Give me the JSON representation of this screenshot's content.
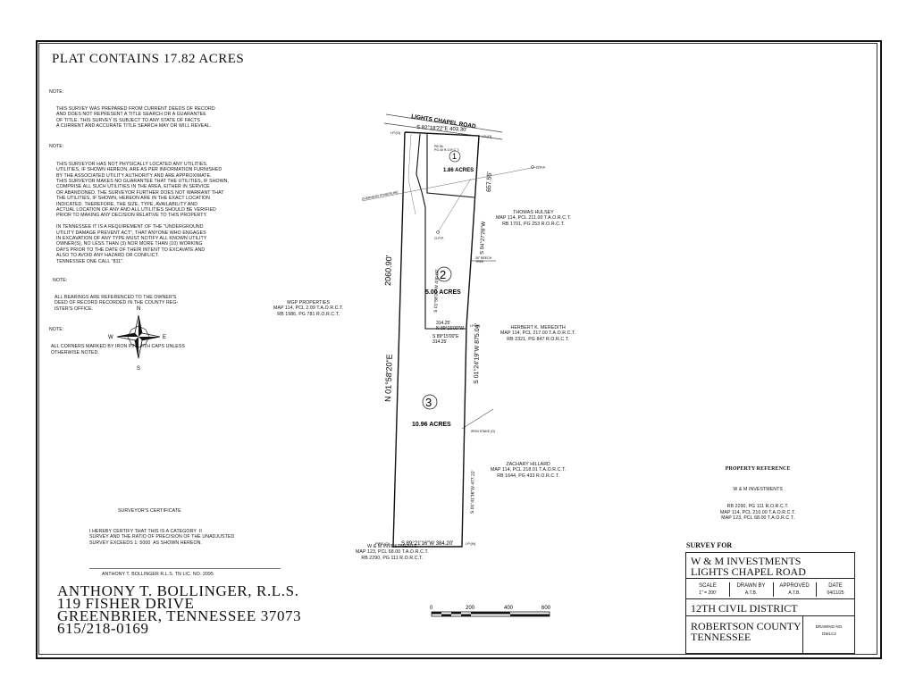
{
  "title": "PLAT CONTAINS 17.82 ACRES",
  "notes": [
    {
      "label": "NOTE:",
      "text": "THIS SURVEY WAS PREPARED FROM CURRENT DEEDS OF RECORD\nAND DOES NOT REPRESENT A TITLE SEARCH OR A GUARANTEE\nOF TITLE. THIS SURVEY IS SUBJECT TO ANY STATE OF FACTS\nA CURRENT AND ACCURATE TITLE SEARCH MAY OR WILL REVEAL."
    },
    {
      "label": "NOTE:",
      "text": "THIS SURVEYOR HAS NOT PHYSICALLY LOCATED ANY UTILITIES.\nUTILITIES, IF SHOWN HEREON, ARE AS PER INFORMATION FURNISHED\nBY THE ASSOCIATED UTILITY AUTHORITY AND ARE APPROXIMATE.\nTHIS SURVEYOR MAKES NO GUARANTEE THAT THE UTILITIES, IF SHOWN,\nCOMPRISE ALL SUCH UTILITIES IN THE AREA, EITHER IN SERVICE\nOR ABANDONED. THE SURVEYOR FURTHER DOES NOT WARRANT THAT\nTHE UTILITIES, IF SHOWN, HEREON ARE IN THE EXACT LOCATION\nINDICATED. THEREFORE, THE SIZE, TYPE, AVAILABILITY AND\nACTUAL LOCATION OF ANY AND ALL UTILITIES SHOULD BE VERIFIED\nPRIOR TO MAKING ANY DECISION RELATIVE TO THIS PROPERTY.\n\nIN TENNESSEE IT IS A REQUIREMENT OF THE \"UNDERGROUND\nUTILITY DAMAGE PREVENT ACT\", THAT ANYONE WHO ENGAGES\nIN EXCAVATION OF ANY TYPE MUST NOTIFY ALL KNOWN UTILITY\nOWNER(S), NO LESS THAN (3) NOR MORE THAN (10) WORKING\nDAYS PRIOR TO THE DATE OF THEIR INTENT TO EXCAVATE AND\nALSO TO AVOID ANY HAZARD OR CONFLICT.\nTENNESSEE ONE CALL \"811\"."
    },
    {
      "label": "NOTE:",
      "text": "ALL BEARINGS ARE REFERENCED TO THE OWNER'S\nDEED OF RECORD RECORDED IN THE COUNTY REG-\nISTER'S OFFICE."
    },
    {
      "label": "NOTE:",
      "text": "ALL CORNERS MARKED BY IRON PIN WITH CAPS UNLESS\nOTHERWISE NOTED."
    }
  ],
  "certificate": {
    "heading": "SURVEYOR'S CERTIFICATE",
    "text": "I HEREBY CERTIFY THAT THIS IS A CATEGORY  II\nSURVEY AND THE RATIO OF PRECISION OF THE UNADJUSTED\nSURVEY EXCEEDS 1: 5000  AS SHOWN HEREON.",
    "signature": "ANTHONY T. BOLLINGER R.L.S. TN LIC. NO. 2095"
  },
  "surveyor": {
    "name": "ANTHONY T. BOLLINGER, R.L.S.",
    "street": "119 FISHER DRIVE",
    "city": "GREENBRIER, TENNESSEE 37073",
    "phone": "615/218-0169"
  },
  "compass": {
    "n": "N",
    "s": "S",
    "e": "E",
    "w": "W"
  },
  "scale_bar": {
    "ticks": [
      "0",
      "200",
      "400",
      "600"
    ]
  },
  "road": "LIGHTS CHAPEL ROAD",
  "plat": {
    "road_bearing": "S 82°18'22\"E  403.30'",
    "east_dist": "657.55'",
    "west_total": "2060.90'",
    "west_bearing": "N 01°58'20\"E",
    "east_mid": "S 04°27'28\"W",
    "east_low": "S 01°24'19\"W  875.04'",
    "east_bottom": "S 01°41'36\"W  477.22'",
    "bottom": "S 89°21'16\"W  384.20'",
    "lot1_number": "1",
    "lot1_area": "1.86 ACRES",
    "lot1_ref": "PB 36,\nPG 40 R.O.R.C.T.",
    "lot2_number": "2",
    "lot2_area": "5.00 ACRES",
    "lot2_west": "S 01°58'20\"W  430.00'",
    "lot2_bottom_top": "314.25'\nN 89°15'00\"W",
    "lot2_bottom_bot": "S 89°15'00\"E\n314.25'",
    "lot3_number": "3",
    "lot3_area": "10.96 ACRES",
    "powerline": "OVERHEAD POWERLINE",
    "opp1": "O.P.P.",
    "opp2": "O.P.P.",
    "ip_left": "I.P.(O)",
    "ip_right": "I.P.(O)",
    "ip_mid": "I.P.(N)",
    "ip_bottom_right": "I.P.(N)",
    "pipe": "PIPE (O)",
    "beech": "30\" BEECH\nTREE",
    "iron_stake": "IRON STAKE (O)"
  },
  "adjoiners": [
    {
      "name": "THOMAS HULSEY",
      "lines": "MAP 114, PCL 211.00 T.A.O.R.C.T.\nRB 1701, PG 253 R.O.R.C.T."
    },
    {
      "name": "MGP PROPERTIES",
      "lines": "MAP 114, PCL 2.09 T.A.O.R.C.T.\nRB 1986, PG 781 R.O.R.C.T."
    },
    {
      "name": "HERBERT K. MEREDITH",
      "lines": "MAP 114, PCL 217.00 T.A.O.R.C.T.\nRB 2321, PG 847 R.O.R.C.T."
    },
    {
      "name": "ZACHARY HILLARD",
      "lines": "MAP 114, PCL 218.01 T.A.O.R.C.T.\nRB 1644, PG 433 R.O.R.C.T."
    },
    {
      "name": "W & M INVESTMENTS",
      "lines": "MAP 123, PCL 68.00 T.A.O.R.C.T.\nRB 2290, PG 111 R.O.R.C.T."
    }
  ],
  "property_reference": {
    "heading": "PROPERTY REFERENCE",
    "owner": "W & M INVESTMENTS",
    "lines": "RB 2290, PG 111 R.O.R.C.T.\nMAP 114, PCL 210.00 T.A.O.R.C.T.\nMAP 123, PCL 68.00 T.A.O.R.C.T."
  },
  "title_block": {
    "survey_for": "SURVEY FOR",
    "client": "W & M INVESTMENTS",
    "project": "LIGHTS CHAPEL ROAD",
    "scale_label": "SCALE",
    "scale_value": "1\" = 200'",
    "drawn_label": "DRAWN BY",
    "drawn_value": "A.T.B.",
    "approved_label": "APPROVED",
    "approved_value": "A.T.B.",
    "date_label": "DATE",
    "date_value": "04/11/25",
    "district": "12TH CIVIL DISTRICT",
    "county": "ROBERTSON COUNTY",
    "state": "TENNESSEE",
    "drawing_label": "DRAWING NO.",
    "drawing_value": "DWLC2"
  }
}
